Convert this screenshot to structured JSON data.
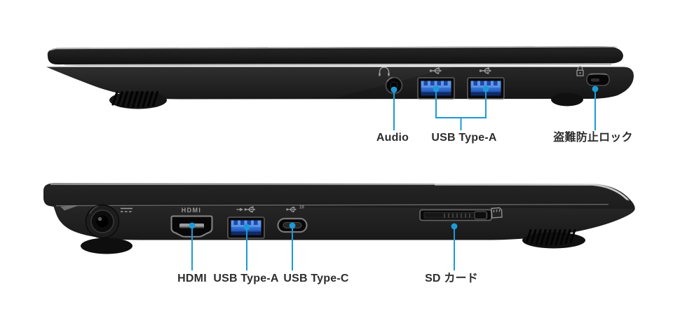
{
  "figure": {
    "background": "#ffffff",
    "views": [
      {
        "id": "top-right-side-view",
        "labels": [
          {
            "id": "audio",
            "text": "Audio"
          },
          {
            "id": "usb-type-a",
            "text": "USB Type-A"
          },
          {
            "id": "security-lock",
            "text": "盗難防止ロック"
          }
        ]
      },
      {
        "id": "bottom-left-side-view",
        "labels": [
          {
            "id": "hdmi",
            "text": "HDMI"
          },
          {
            "id": "usb-type-a",
            "text": "USB Type-A"
          },
          {
            "id": "usb-type-c",
            "text": "USB Type-C"
          },
          {
            "id": "sd-card",
            "text": "SD カード"
          }
        ]
      }
    ]
  },
  "port_markings": {
    "hdmi_logo": "HDMI",
    "usb_c_speed": "10"
  },
  "colors": {
    "callout": "#1d9ad6",
    "label_text": "#2d2d2d",
    "body_dark": "#222222",
    "usb_blue": "#2e6ed2",
    "port_outline": "#7d7d7d",
    "lid_highlight": "#c9c9c9"
  },
  "icons": {
    "headphone-icon": "headphone outline above audio jack",
    "usb-trident-icon": "USB trident above USB Type-A ports",
    "usb-charging-icon": "charging arrow + USB trident above powered USB Type-A port",
    "usb-trident-10-icon": "USB trident with 10 superscript above USB Type-C port",
    "lock-icon": "padlock above security lock slot",
    "dc-power-icon": "DC voltage mark beside power jack",
    "sd-card-icon": "memory card mark beside SD slot"
  }
}
